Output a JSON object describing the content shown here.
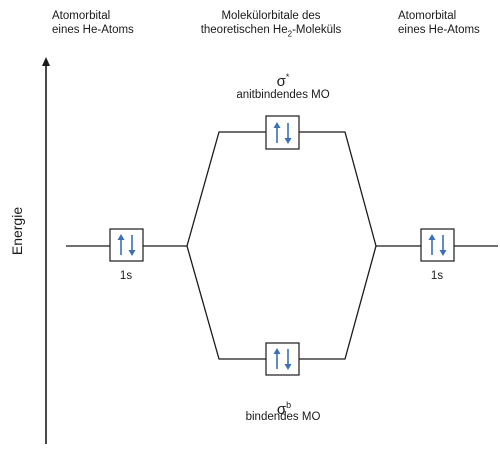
{
  "headers": {
    "left": [
      "Atomorbital",
      "eines He-Atoms"
    ],
    "middle_line1": "Molekülorbitale des",
    "middle_line2_pre": "theoretischen He",
    "middle_line2_sub": "2",
    "middle_line2_post": "-Moleküls",
    "right": [
      "Atomorbital",
      "eines He-Atoms"
    ]
  },
  "axis_label": "Energie",
  "antibonding": {
    "symbol": "σ",
    "superscript": "*",
    "label": "anitbindendes MO"
  },
  "bonding": {
    "symbol": "σ",
    "superscript": "b",
    "label": "bindendes MO"
  },
  "left_orbital_label": "1s",
  "right_orbital_label": "1s",
  "colors": {
    "line": "#1a1a1a",
    "arrow": "#3b6fb6",
    "box_border": "#1a1a1a"
  }
}
